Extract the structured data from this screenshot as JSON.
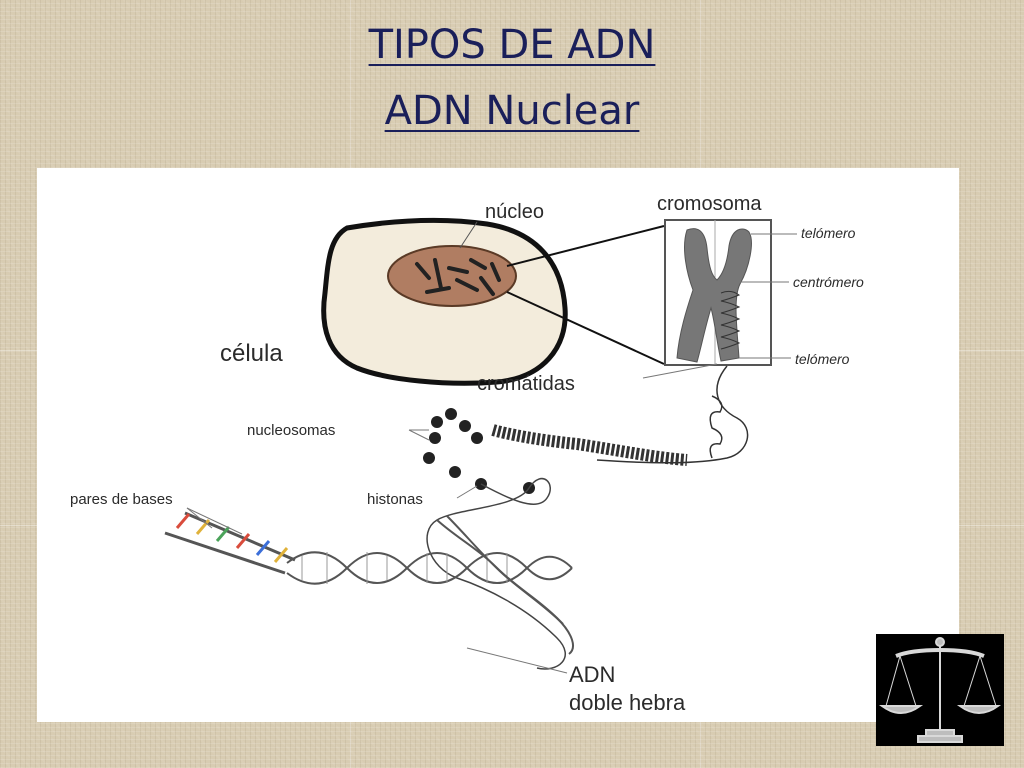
{
  "slide": {
    "title_line1": "TIPOS DE ADN",
    "title_line2": "ADN Nuclear"
  },
  "diagram": {
    "labels": {
      "nucleo": "núcleo",
      "cromosoma": "cromosoma",
      "telomero_top": "telómero",
      "centromero": "centrómero",
      "telomero_bottom": "telómero",
      "celula": "célula",
      "cromatidas": "cromátidas",
      "nucleosomas": "nucleosomas",
      "histonas": "histonas",
      "pares_de_bases": "pares de bases",
      "adn": "ADN",
      "doble_hebra": "doble hebra"
    }
  },
  "logo": {
    "icon": "scales-of-justice-icon"
  },
  "colors": {
    "title": "#1a1f5a",
    "background": "#d8ccb2",
    "nucleus": "#b07d62",
    "cell": "#f3ecdc",
    "chromosome": "#777777"
  }
}
